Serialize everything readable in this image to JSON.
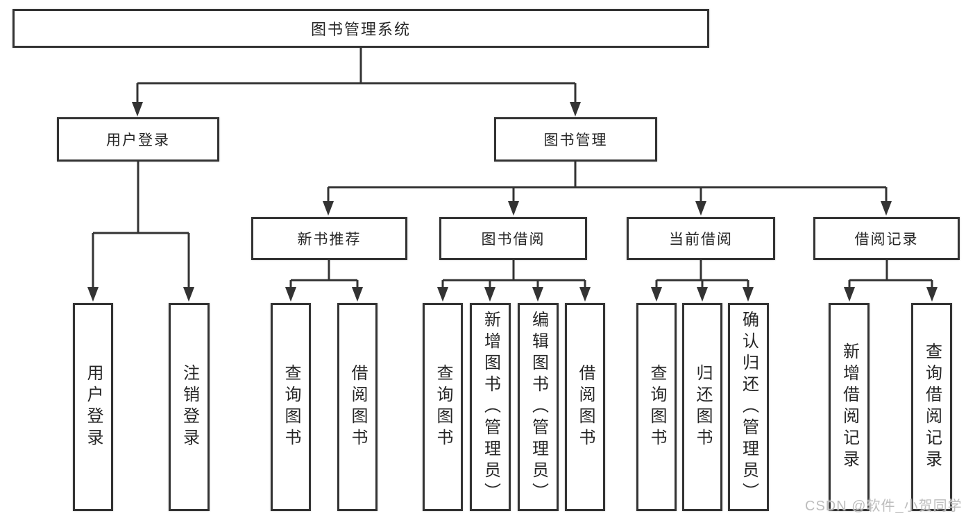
{
  "diagram": {
    "type": "hierarchy-tree",
    "nodes": {
      "root": {
        "label": "图书管理系统",
        "parent": null
      },
      "user_login": {
        "label": "用户登录",
        "parent": "root"
      },
      "book_mgmt": {
        "label": "图书管理",
        "parent": "root"
      },
      "new_book_rec": {
        "label": "新书推荐",
        "parent": "book_mgmt"
      },
      "book_borrow": {
        "label": "图书借阅",
        "parent": "book_mgmt"
      },
      "current_borrow": {
        "label": "当前借阅",
        "parent": "book_mgmt"
      },
      "borrow_records": {
        "label": "借阅记录",
        "parent": "book_mgmt"
      },
      "login_leaf": {
        "label": "用户登录",
        "parent": "user_login"
      },
      "logout_leaf": {
        "label": "注销登录",
        "parent": "user_login"
      },
      "rec_query_leaf": {
        "label": "查询图书",
        "parent": "new_book_rec"
      },
      "rec_borrow_leaf": {
        "label": "借阅图书",
        "parent": "new_book_rec"
      },
      "bb_query_leaf": {
        "label": "查询图书",
        "parent": "book_borrow"
      },
      "bb_add_leaf": {
        "label": "新增图书（管理员）",
        "parent": "book_borrow"
      },
      "bb_edit_leaf": {
        "label": "编辑图书（管理员）",
        "parent": "book_borrow"
      },
      "bb_borrow_leaf": {
        "label": "借阅图书",
        "parent": "book_borrow"
      },
      "cb_query_leaf": {
        "label": "查询图书",
        "parent": "current_borrow"
      },
      "cb_return_leaf": {
        "label": "归还图书",
        "parent": "current_borrow"
      },
      "cb_confirm_leaf": {
        "label": "确认归还（管理员）",
        "parent": "current_borrow"
      },
      "br_add_leaf": {
        "label": "新增借阅记录",
        "parent": "borrow_records"
      },
      "br_query_leaf": {
        "label": "查询借阅记录",
        "parent": "borrow_records"
      }
    }
  },
  "watermark": {
    "text": "CSDN @软件_小贺同学"
  },
  "colors": {
    "background": "#ffffff",
    "line": "#333333",
    "box_border": "#333333",
    "box_fill": "#ffffff",
    "text": "#262626",
    "watermark": "#bdbdbd"
  }
}
